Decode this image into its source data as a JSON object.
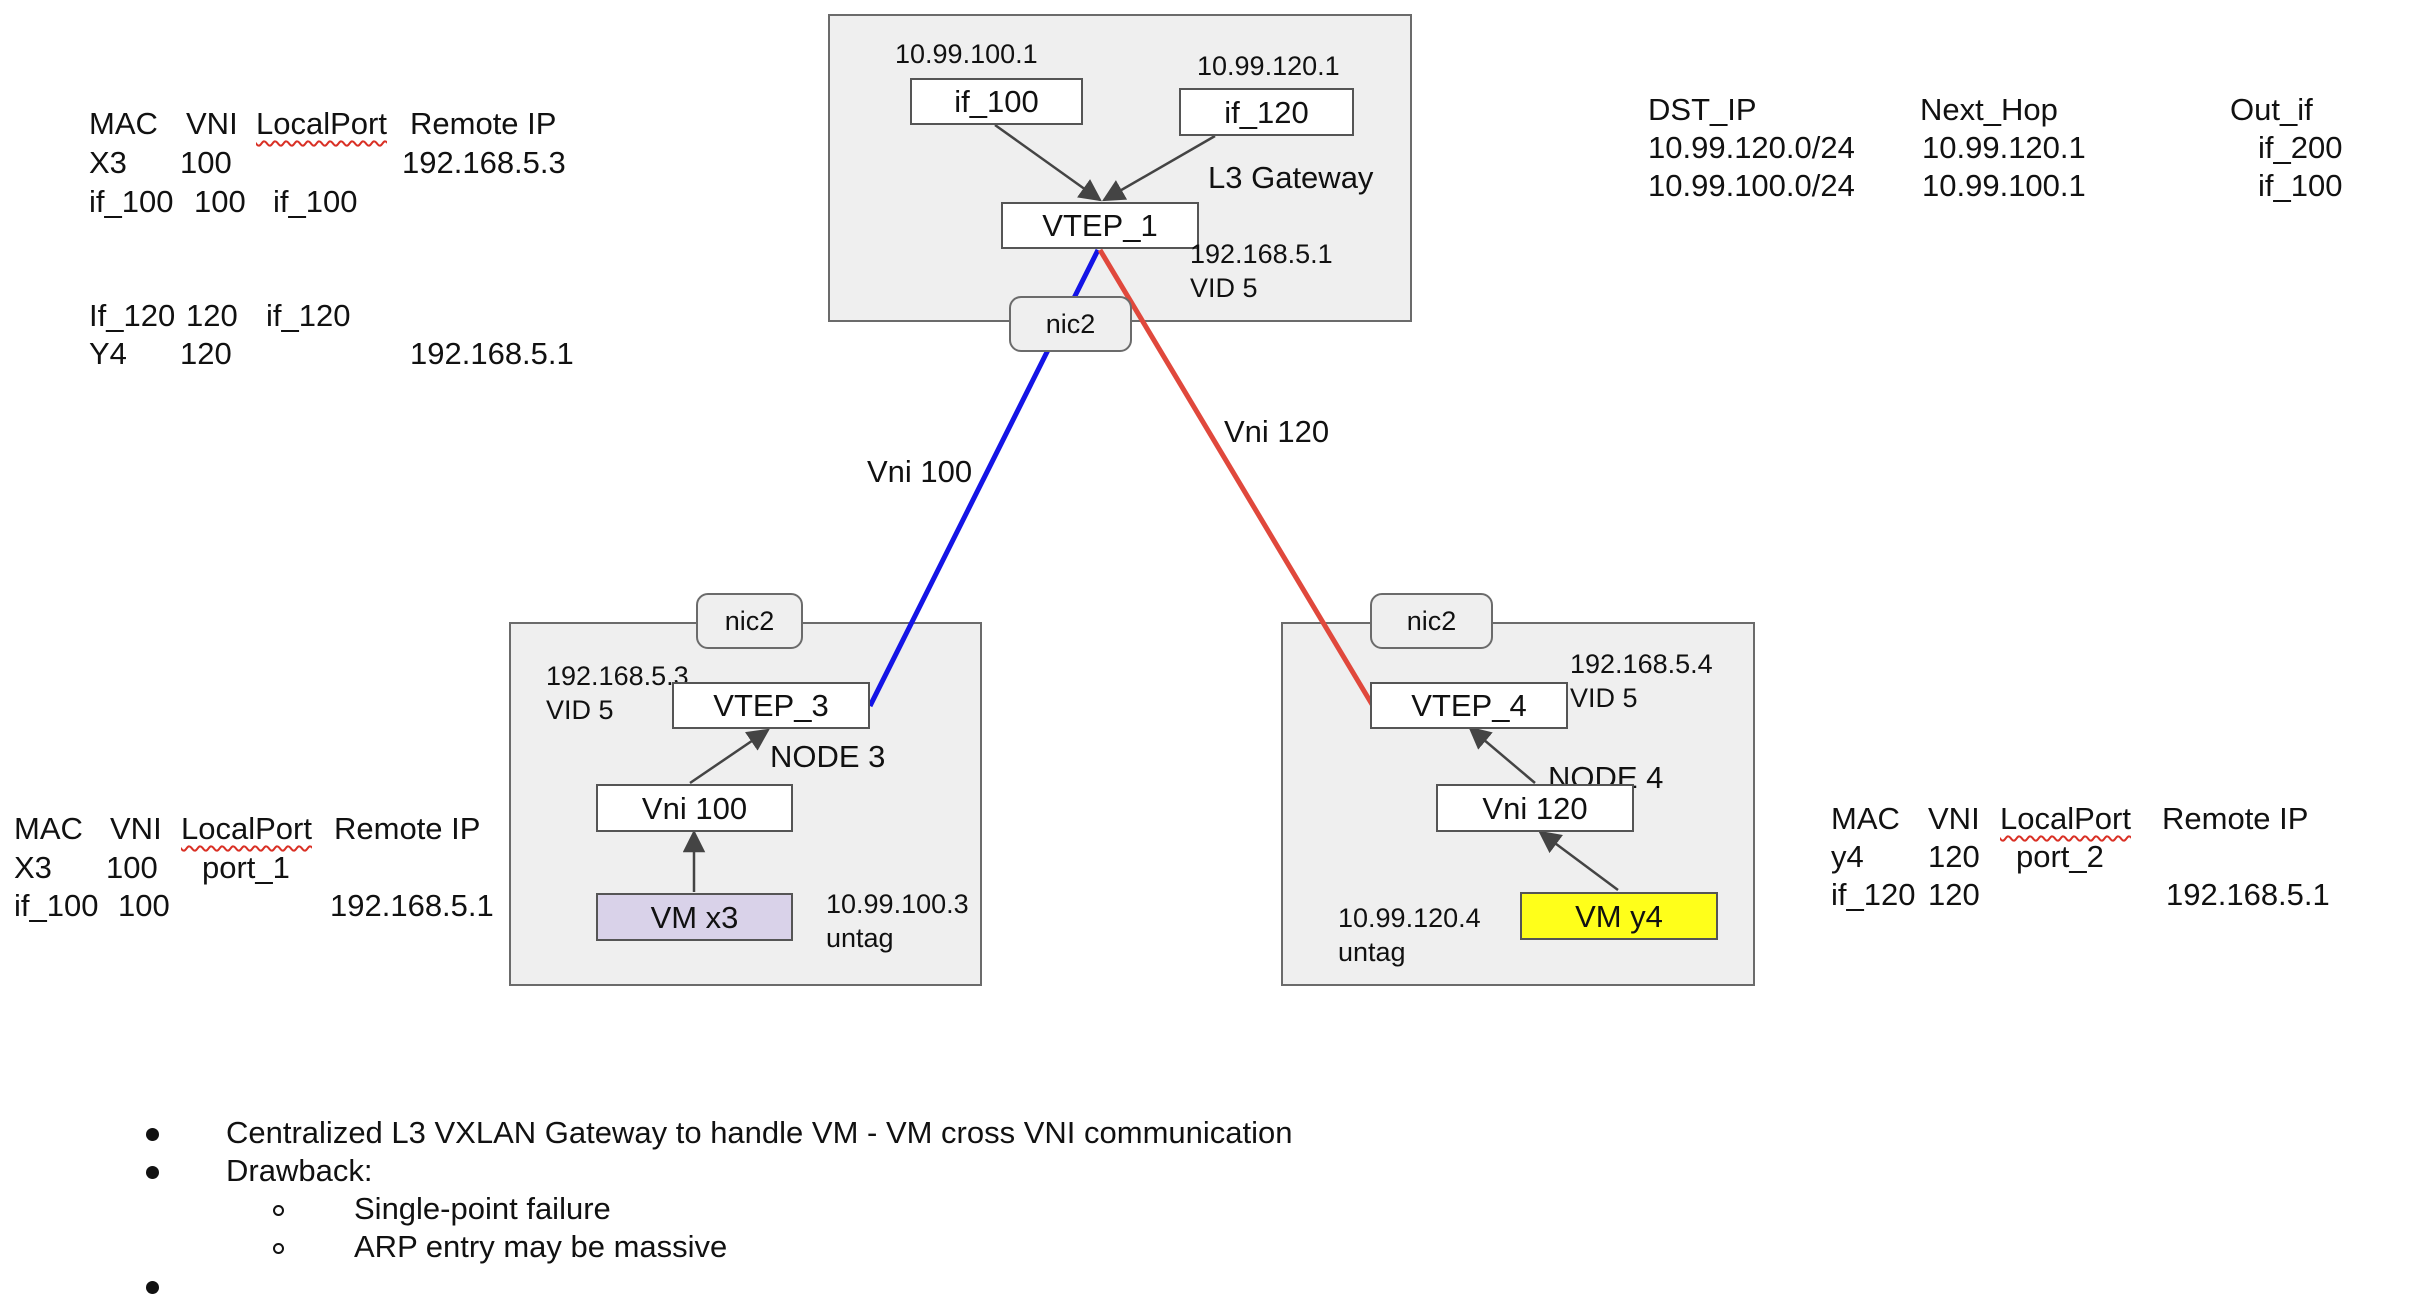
{
  "colors": {
    "vni100_link": "#1414e6",
    "vni120_link": "#e0483c",
    "vm_x3_fill": "#d9d2e9",
    "vm_y4_fill": "#ffff1a",
    "box_fill": "#efefef",
    "box_border": "#6b6b6b"
  },
  "gateway": {
    "ip_if100": "10.99.100.1",
    "ip_if120": "10.99.120.1",
    "if100_label": "if_100",
    "if120_label": "if_120",
    "title": "L3 Gateway",
    "vtep_label": "VTEP_1",
    "vtep_ip": "192.168.5.1",
    "vtep_vid": "VID 5",
    "nic_label": "nic2"
  },
  "node3": {
    "nic_label": "nic2",
    "vtep_ip": "192.168.5.3",
    "vtep_vid": "VID 5",
    "vtep_label": "VTEP_3",
    "title": "NODE 3",
    "vni_label": "Vni 100",
    "vm_label": "VM x3",
    "vm_ip": "10.99.100.3",
    "vm_tag": "untag"
  },
  "node4": {
    "nic_label": "nic2",
    "vtep_ip": "192.168.5.4",
    "vtep_vid": "VID 5",
    "vtep_label": "VTEP_4",
    "title": "NODE 4",
    "vni_label": "Vni 120",
    "vm_label": "VM y4",
    "vm_ip": "10.99.120.4",
    "vm_tag": "untag"
  },
  "links": {
    "vni100_label": "Vni 100",
    "vni120_label": "Vni 120"
  },
  "gw_mac_table": {
    "headers": [
      "MAC",
      "VNI",
      "LocalPort",
      "Remote IP"
    ],
    "rows": [
      [
        "X3",
        "100",
        "",
        "192.168.5.3"
      ],
      [
        "if_100",
        "100",
        "if_100",
        ""
      ],
      [
        "If_120",
        "120",
        "if_120",
        ""
      ],
      [
        "Y4",
        "120",
        "",
        "192.168.5.1"
      ]
    ]
  },
  "route_table": {
    "headers": [
      "DST_IP",
      "Next_Hop",
      "Out_if"
    ],
    "rows": [
      [
        "10.99.120.0/24",
        "10.99.120.1",
        "if_200"
      ],
      [
        "10.99.100.0/24",
        "10.99.100.1",
        "if_100"
      ]
    ]
  },
  "node3_mac_table": {
    "headers": [
      "MAC",
      "VNI",
      "LocalPort",
      "Remote IP"
    ],
    "rows": [
      [
        "X3",
        "100",
        "port_1",
        ""
      ],
      [
        "if_100",
        "100",
        "",
        "192.168.5.1"
      ]
    ]
  },
  "node4_mac_table": {
    "headers": [
      "MAC",
      "VNI",
      "LocalPort",
      "Remote IP"
    ],
    "rows": [
      [
        "y4",
        "120",
        "port_2",
        ""
      ],
      [
        "if_120",
        "120",
        "",
        "192.168.5.1"
      ]
    ]
  },
  "notes": {
    "bullet1": "Centralized L3 VXLAN Gateway to handle VM - VM cross VNI communication",
    "bullet2": "Drawback:",
    "sub1": "Single-point failure",
    "sub2": "ARP entry may be massive",
    "bullet3": ""
  }
}
